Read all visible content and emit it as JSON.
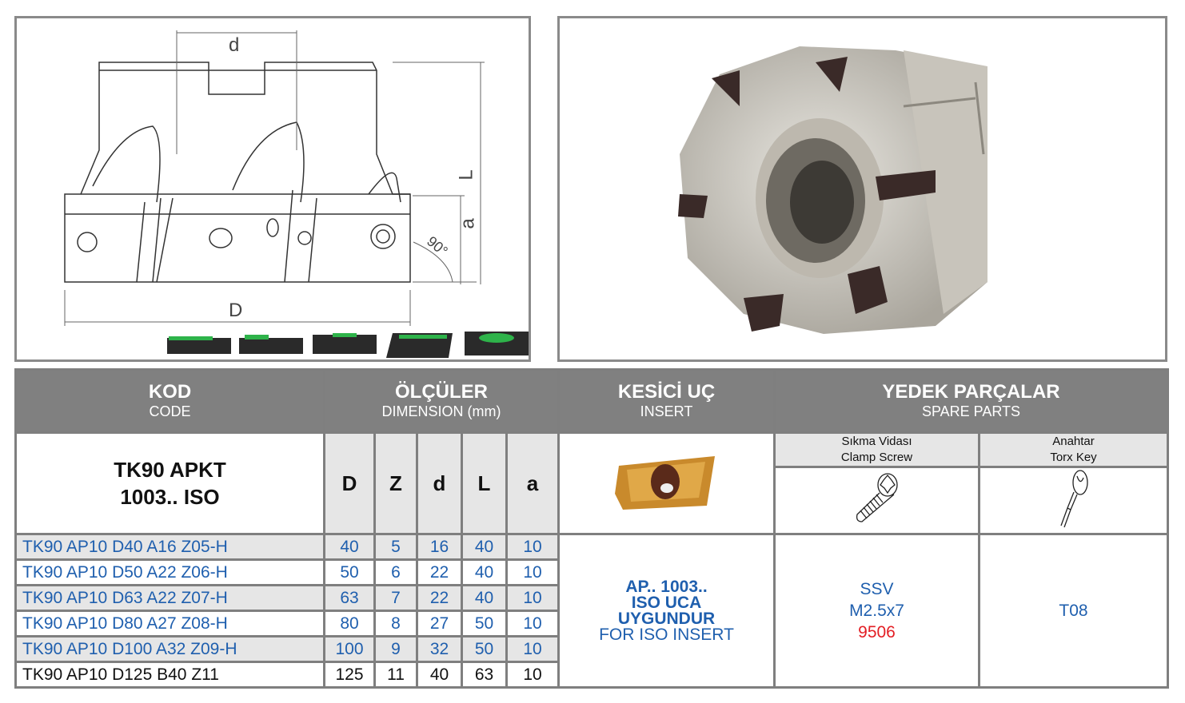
{
  "drawing": {
    "labels": {
      "d": "d",
      "L": "L",
      "a": "a",
      "angle": "90°",
      "D": "D"
    }
  },
  "table": {
    "headers": {
      "code": {
        "title": "KOD",
        "sub": "CODE"
      },
      "dimension": {
        "title": "ÖLÇÜLER",
        "sub": "DIMENSION (mm)"
      },
      "insert": {
        "title": "KESİCİ UÇ",
        "sub": "INSERT"
      },
      "spare": {
        "title": "YEDEK PARÇALAR",
        "sub": "SPARE PARTS"
      }
    },
    "series_title_1": "TK90 APKT",
    "series_title_2": "1003.. ISO",
    "dim_columns": [
      "D",
      "Z",
      "d",
      "L",
      "a"
    ],
    "spare_columns": [
      {
        "tr": "Sıkma Vidası",
        "en": "Clamp Screw"
      },
      {
        "tr": "Anahtar",
        "en": "Torx Key"
      }
    ],
    "rows": [
      {
        "code": "TK90 AP10 D40 A16 Z05-H",
        "D": "40",
        "Z": "5",
        "d": "16",
        "L": "40",
        "a": "10"
      },
      {
        "code": "TK90 AP10 D50 A22 Z06-H",
        "D": "50",
        "Z": "6",
        "d": "22",
        "L": "40",
        "a": "10"
      },
      {
        "code": "TK90 AP10 D63 A22 Z07-H",
        "D": "63",
        "Z": "7",
        "d": "22",
        "L": "40",
        "a": "10"
      },
      {
        "code": "TK90 AP10 D80 A27 Z08-H",
        "D": "80",
        "Z": "8",
        "d": "27",
        "L": "50",
        "a": "10"
      },
      {
        "code": "TK90 AP10 D100 A32 Z09-H",
        "D": "100",
        "Z": "9",
        "d": "32",
        "L": "50",
        "a": "10"
      },
      {
        "code": "TK90 AP10 D125 B40 Z11",
        "D": "125",
        "Z": "11",
        "d": "40",
        "L": "63",
        "a": "10"
      }
    ],
    "insert_text": [
      "AP.. 1003..",
      "ISO UCA",
      "UYGUNDUR",
      "FOR ISO INSERT"
    ],
    "screw": [
      "SSV",
      "M2.5x7",
      "9506"
    ],
    "key": "T08"
  },
  "colors": {
    "header_bg": "#808080",
    "link_blue": "#1f5fae",
    "accent_red": "#e31e24",
    "insert_gold": "#c98a2c"
  }
}
